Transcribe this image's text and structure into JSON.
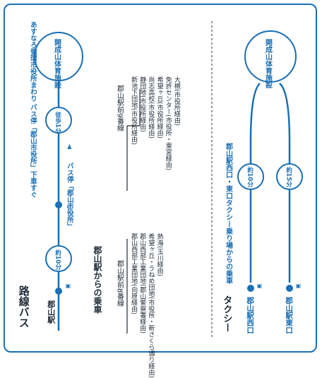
{
  "colors": {
    "accent": "#1a6fb5",
    "text": "#1f2a36",
    "line": "#1a6fb5",
    "bg": "#ffffff"
  },
  "bus": {
    "title": "路線バス",
    "subtitle": "あすなろ循環市役所まわり バス停「郡山市役所」下車すぐ",
    "start": "郡山駅",
    "ride_time": "約10分",
    "stop_label": "バス停「郡山市役所」",
    "walk": "徒歩1分",
    "destination": "開成山体育施設",
    "boarding_heading": "郡山駅からの乗車",
    "platform8": {
      "title": "郡山駅前8番線",
      "routes": [
        "熱海(玉川経由)",
        "希望ヶ丘・うねめ団地(市役所・新さくら通り経由)",
        "郡山西部工業団地(郡山警察署経由)",
        "郡山西部工業団地(向原経由)"
      ]
    },
    "platform9": {
      "title": "郡山駅前9番線",
      "routes": [
        "大槻(市役所経由)",
        "免許センター(市役所・東宮経由)",
        "希望ヶ丘(市役所経由)",
        "尚志高校(市役所経由)",
        "静団地(市役所経由)",
        "新池下団地(市役所経由)"
      ]
    }
  },
  "taxi": {
    "title": "タクシー",
    "subtitle": "郡山駅西口・東口タクシー乗り場からの乗車",
    "west": {
      "label": "郡山駅西口",
      "time": "約10分"
    },
    "east": {
      "label": "郡山駅東口",
      "time": "約15分"
    },
    "destination": "開成山体育施設"
  }
}
